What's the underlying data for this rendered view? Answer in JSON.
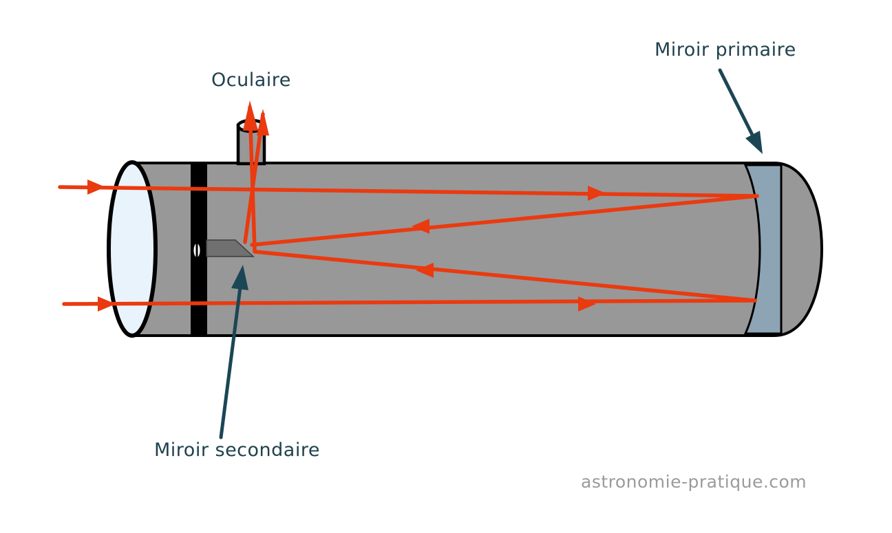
{
  "diagram": {
    "type": "newtonian-telescope-light-path",
    "labels": {
      "eyepiece": "Oculaire",
      "primary_mirror": "Miroir primaire",
      "secondary_mirror": "Miroir secondaire"
    },
    "watermark": "astronomie-pratique.com",
    "colors": {
      "label_text": "#20414f",
      "annotation_arrow": "#1b4656",
      "light_ray": "#ea3a10",
      "tube_body": "#989898",
      "tube_outline": "#000000",
      "tube_opening": "#e9f3fb",
      "primary_mirror": "#8da4b4",
      "secondary_mirror": "#707070",
      "eyepiece_lens": "#d9edf0",
      "focuser_board": "#000000",
      "watermark_text": "#9b9b9b",
      "background": "#ffffff"
    }
  }
}
